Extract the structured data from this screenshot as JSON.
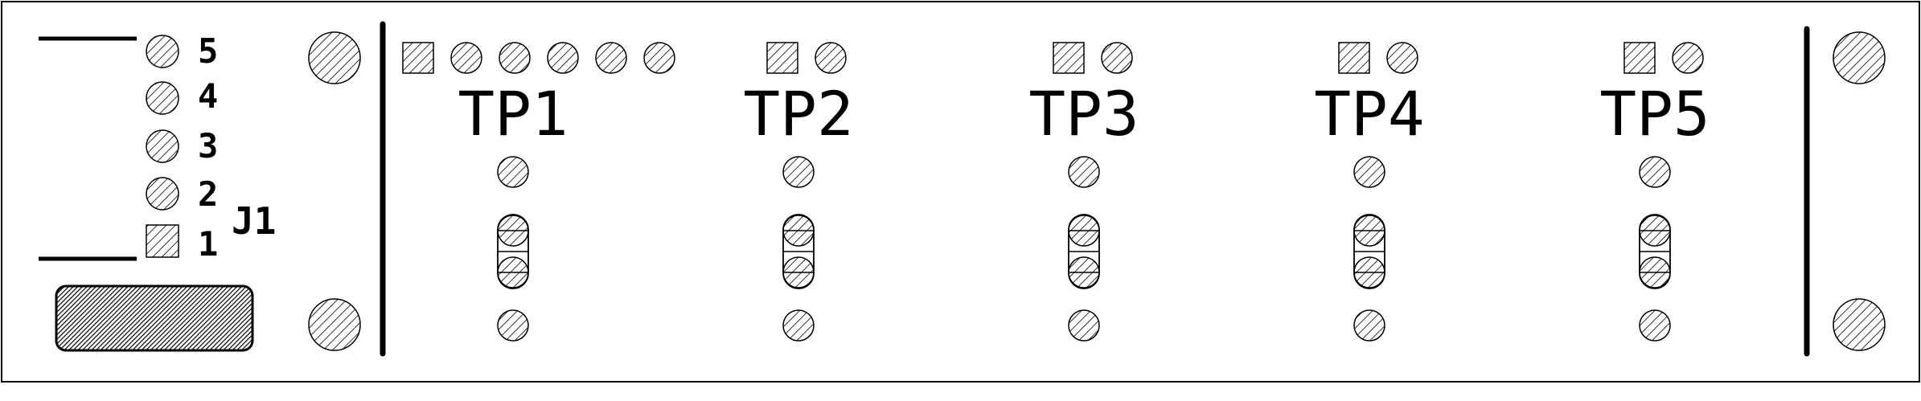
{
  "connector": {
    "ref": "J1",
    "pins": [
      {
        "number": "5",
        "pad": "round"
      },
      {
        "number": "4",
        "pad": "round"
      },
      {
        "number": "3",
        "pad": "round"
      },
      {
        "number": "2",
        "pad": "round"
      },
      {
        "number": "1",
        "pad": "square"
      }
    ]
  },
  "test_points": [
    {
      "label": "TP1",
      "header_pads": [
        "square",
        "round",
        "round",
        "round",
        "round",
        "round"
      ]
    },
    {
      "label": "TP2",
      "header_pads": [
        "square",
        "round"
      ]
    },
    {
      "label": "TP3",
      "header_pads": [
        "square",
        "round"
      ]
    },
    {
      "label": "TP4",
      "header_pads": [
        "square",
        "round"
      ]
    },
    {
      "label": "TP5",
      "header_pads": [
        "square",
        "round"
      ]
    }
  ],
  "colors": {
    "outline": "#000000",
    "hatch": "#000000",
    "background": "#ffffff"
  }
}
